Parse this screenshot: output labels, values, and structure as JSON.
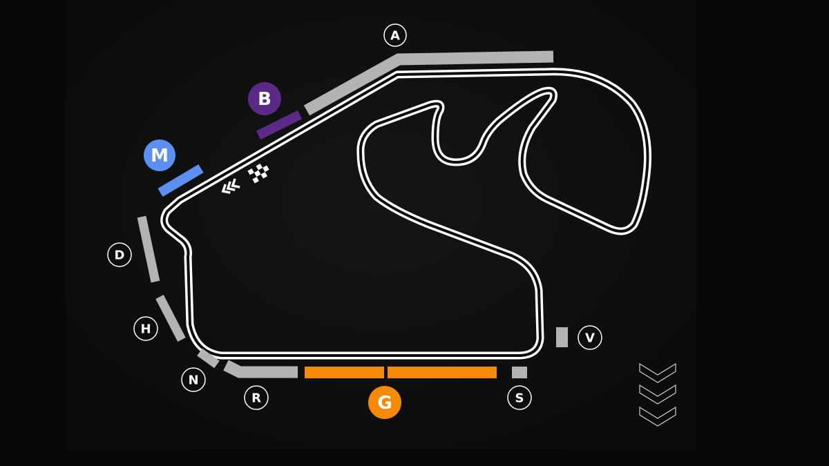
{
  "colors": {
    "background": "#0d0d0d",
    "stand_default": "#b3b3b3",
    "stand_B": "#5b2a86",
    "stand_M": "#5b8ff0",
    "stand_G": "#f58a07",
    "track": "#ffffff"
  },
  "stands": {
    "A": "A",
    "B": "B",
    "M": "M",
    "D": "D",
    "H": "H",
    "N": "N",
    "R": "R",
    "G": "G",
    "S": "S",
    "V": "V"
  },
  "icons": {
    "finish": "checkered-flag-icon",
    "direction": "triple-chevron-left-icon",
    "scroll": "triple-chevron-down-icon"
  }
}
